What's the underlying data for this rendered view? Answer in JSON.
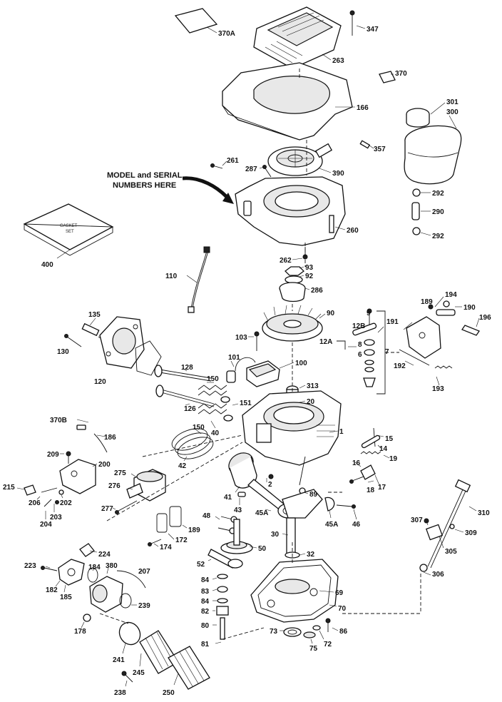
{
  "note": {
    "line1": "MODEL and SERIAL",
    "line2": "NUMBERS HERE"
  },
  "gasket_set": {
    "line1": "GASKET",
    "line2": "SET"
  },
  "callouts": {
    "c370A": "370A",
    "c347": "347",
    "c263": "263",
    "c370": "370",
    "c166": "166",
    "c301": "301",
    "c300": "300",
    "c357": "357",
    "c261": "261",
    "c287": "287",
    "c390": "390",
    "c292a": "292",
    "c290": "290",
    "c292b": "292",
    "c260": "260",
    "c400": "400",
    "c262": "262",
    "c93": "93",
    "c92": "92",
    "c110": "110",
    "c286": "286",
    "c135": "135",
    "c130": "130",
    "c120": "120",
    "c90": "90",
    "c103": "103",
    "c9": "9",
    "c12B": "12B",
    "c12A": "12A",
    "c8": "8",
    "c6": "6",
    "c7": "7",
    "c189a": "189",
    "c194": "194",
    "c190": "190",
    "c196": "196",
    "c191": "191",
    "c192": "192",
    "c193": "193",
    "c101": "101",
    "c100": "100",
    "c128": "128",
    "c150a": "150",
    "c126": "126",
    "c313": "313",
    "c20": "20",
    "c151": "151",
    "c40": "40",
    "c370B": "370B",
    "c186": "186",
    "c150b": "150",
    "c1": "1",
    "c15": "15",
    "c14": "14",
    "c19": "19",
    "c209": "209",
    "c200": "200",
    "c42": "42",
    "c16": "16",
    "c275": "275",
    "c276": "276",
    "c215": "215",
    "c206": "206",
    "c202": "202",
    "c2": "2",
    "c18": "18",
    "c17": "17",
    "c89": "89",
    "c41": "41",
    "c203": "203",
    "c204": "204",
    "c277": "277",
    "c43": "43",
    "c48a": "48",
    "c45Aa": "45A",
    "c45Ab": "45A",
    "c46": "46",
    "c189b": "189",
    "c307": "307",
    "c310": "310",
    "c309": "309",
    "c172": "172",
    "c174": "174",
    "c30": "30",
    "c50": "50",
    "c305": "305",
    "c224": "224",
    "c32": "32",
    "c223": "223",
    "c184": "184",
    "c380": "380",
    "c207": "207",
    "c52": "52",
    "c306": "306",
    "c182": "182",
    "c185": "185",
    "c84a": "84",
    "c83": "83",
    "c69": "69",
    "c84b": "84",
    "c239": "239",
    "c82": "82",
    "c70": "70",
    "c178": "178",
    "c80": "80",
    "c73": "73",
    "c86": "86",
    "c81": "81",
    "c75": "75",
    "c72": "72",
    "c241": "241",
    "c245": "245",
    "c238": "238",
    "c250": "250"
  }
}
